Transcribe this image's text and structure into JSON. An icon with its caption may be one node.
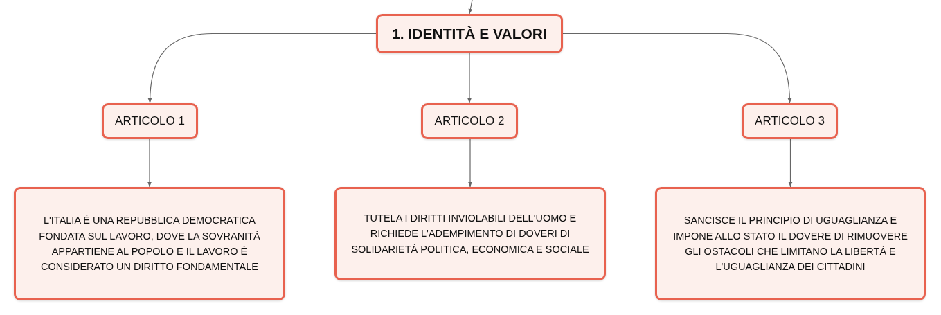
{
  "diagram": {
    "nodes": [
      {
        "text": [
          "1. IDENTITÀ E VALORI"
        ]
      },
      {
        "text": [
          "ARTICOLO 1"
        ]
      },
      {
        "text": [
          "ARTICOLO 2"
        ]
      },
      {
        "text": [
          "ARTICOLO 3"
        ]
      },
      {
        "text": [
          "L'ITALIA È UNA REPUBBLICA DEMOCRATICA FONDATA SUL LAVORO, DOVE LA SOVRANITÀ APPARTIENE AL POPOLO E IL LAVORO È CONSIDERATO UN DIRITTO FONDAMENTALE"
        ]
      },
      {
        "text": [
          "TUTELA I DIRITTI INVIOLABILI DELL'UOMO E RICHIEDE L'ADEMPIMENTO DI DOVERI DI SOLIDARIETÀ POLITICA, ECONOMICA E SOCIALE"
        ]
      },
      {
        "text": [
          "SANCISCE IL PRINCIPIO DI UGUAGLIANZA E IMPONE ALLO STATO IL DOVERE DI RIMUOVERE GLI OSTACOLI CHE LIMITANO LA LIBERTÀ E L'UGUAGLIANZA DEI CITTADINI"
        ]
      }
    ],
    "edges": [
      {
        "from": null,
        "to": 0,
        "arrow": "to"
      },
      {
        "from": 0,
        "to": 1,
        "arrow": "to"
      },
      {
        "from": 0,
        "to": 2,
        "arrow": "to"
      },
      {
        "from": 0,
        "to": 3,
        "arrow": "to"
      },
      {
        "from": 1,
        "to": 4,
        "arrow": "to"
      },
      {
        "from": 2,
        "to": 5,
        "arrow": "to"
      },
      {
        "from": 3,
        "to": 6,
        "arrow": "to"
      }
    ]
  }
}
